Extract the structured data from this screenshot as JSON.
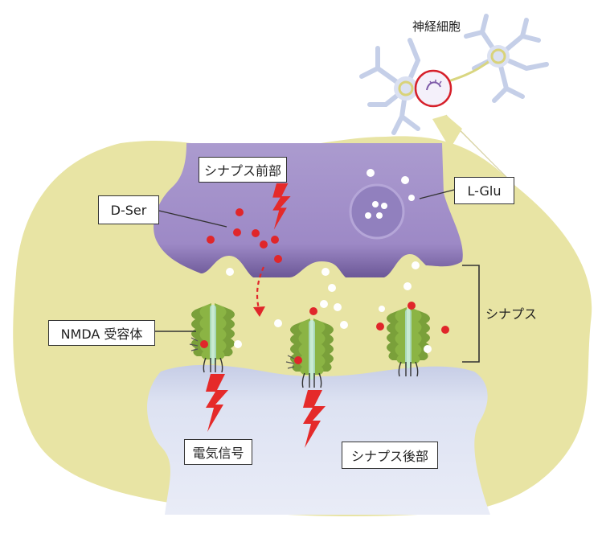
{
  "labels": {
    "neuron": "神経細胞",
    "presynaptic": "シナプス前部",
    "postsynaptic": "シナプス後部",
    "synapse": "シナプス",
    "d_ser": "D-Ser",
    "l_glu": "L-Glu",
    "nmda_receptor": "NMDA 受容体",
    "electric_signal": "電気信号"
  },
  "colors": {
    "background_tissue": "#e8e4a4",
    "presynaptic_fill": "#a08ec6",
    "postsynaptic_fill": "#dde2f2",
    "d_ser_dot": "#e0262a",
    "l_glu_dot": "#ffffff",
    "receptor_green": "#7aa03a",
    "signal_bolt": "#e52a2a",
    "zoom_circle": "#d6202a"
  },
  "icons": [
    "neuron-cell-icon",
    "lightning-bolt-icon",
    "receptor-icon"
  ]
}
